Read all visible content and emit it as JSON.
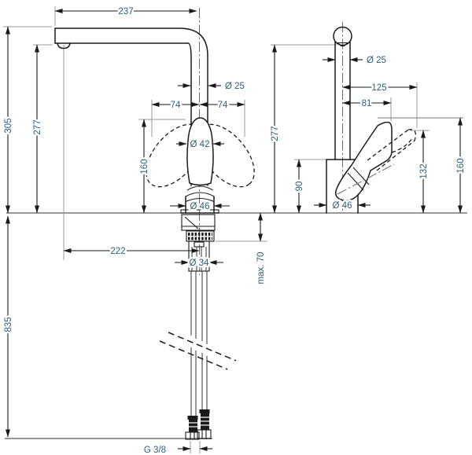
{
  "drawing": {
    "description": "Technical dimension drawing of a single-lever kitchen mixer tap, front elevation and side elevation, dimensions in mm",
    "colors": {
      "outline": "#1a1a1a",
      "dimension_text": "#2d5f78",
      "reference_line": "#9a9a9a",
      "background": "#ffffff"
    },
    "front": {
      "spout_reach": "237",
      "height_to_spout_top": "305",
      "height_to_outlet": "277",
      "spout_diameter": "Ø 25",
      "swing_left": "74",
      "swing_right": "74",
      "handle_diameter": "Ø 42",
      "handle_top_height": "160",
      "body_diameter": "Ø 46",
      "outlet_to_axis": "222",
      "shank_diameter": "Ø 34",
      "max_counter_thickness": "max. 70",
      "below_counter_length": "835",
      "connection_thread": "G 3/8"
    },
    "side": {
      "spout_diameter": "Ø 25",
      "handle_raised_reach": "125",
      "handle_reach": "81",
      "height_to_outlet": "277",
      "body_height": "90",
      "body_diameter": "Ø 46",
      "handle_raised_height": "132",
      "handle_top_height": "160"
    }
  }
}
